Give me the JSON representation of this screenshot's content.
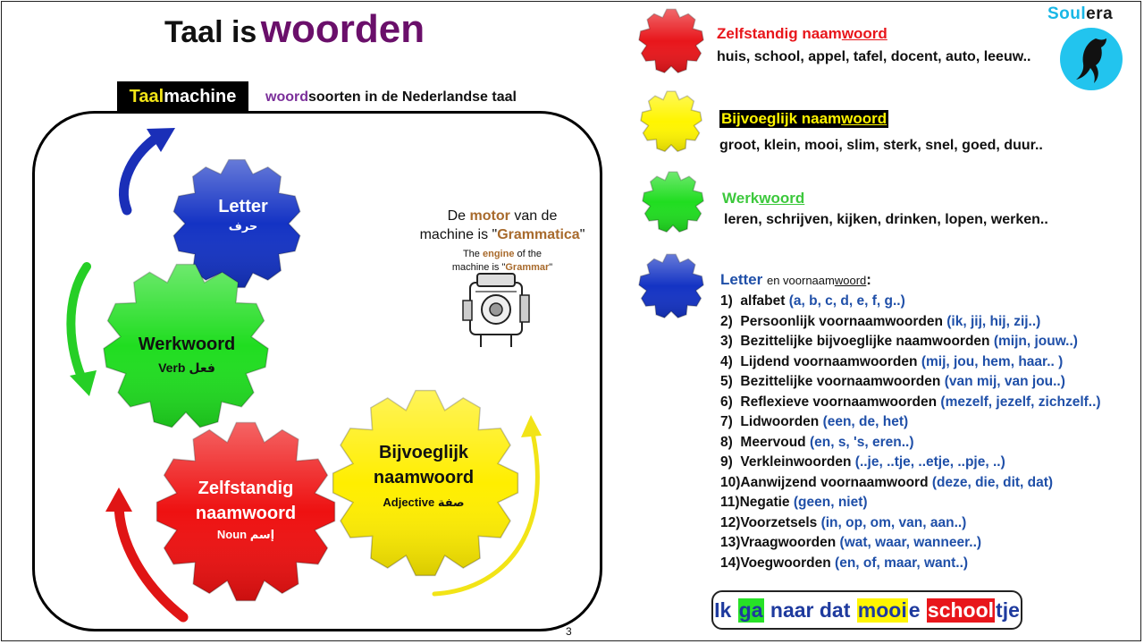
{
  "title": {
    "part1": "Taal is",
    "part2": "woorden"
  },
  "brand": {
    "part1": "Soul",
    "part2": "era"
  },
  "machine_tag": {
    "part1": "Taal",
    "part2": "machine"
  },
  "subtitle": {
    "part1": "woord",
    "part2": "soorten in de Nederlandse taal"
  },
  "gears": {
    "letter": {
      "label": "Letter",
      "arabic": "حرف",
      "color": "#1433c4"
    },
    "werkwoord": {
      "label": "Werkwoord",
      "sub": "Verb",
      "arabic": "فعل",
      "color": "#20dd20"
    },
    "zelfstandig": {
      "label1": "Zelfstandig",
      "label2": "naamwoord",
      "sub": "Noun",
      "arabic": "إسم",
      "color": "#ee1111"
    },
    "bijvoeglijk": {
      "label1": "Bijvoeglijk",
      "label2": "naamwoord",
      "sub": "Adjective",
      "arabic": "صفة",
      "color": "#ffee00"
    }
  },
  "motor": {
    "line1_a": "De",
    "line1_b": "motor",
    "line1_c": "van de",
    "line2_a": "machine is \"",
    "line2_b": "Grammatica",
    "line2_c": "\"",
    "en1_a": "The",
    "en1_b": "engine",
    "en1_c": "of the",
    "en2_a": "machine is \"",
    "en2_b": "Grammar",
    "en2_c": "\""
  },
  "legend": {
    "noun": {
      "title_a": "Zelfstandig naam",
      "title_b": "woord",
      "examples": "huis, school, appel, tafel, docent, auto, leeuw..",
      "color": "#e8161b"
    },
    "adj": {
      "title_a": "Bijvoeglijk naam",
      "title_b": "woord",
      "examples": "groot, klein, mooi, slim, sterk, snel, goed, duur..",
      "color": "#fff500"
    },
    "verb": {
      "title_a": "Werk",
      "title_b": "woord",
      "examples": "leren, schrijven, kijken, drinken, lopen, werken..",
      "color": "#3cc83c"
    },
    "letter": {
      "title_a": "Letter",
      "title_b": "en voornaam",
      "title_c": "woord",
      "title_d": ":",
      "color": "#1f4fa8"
    }
  },
  "list": [
    {
      "n": "1)",
      "text": "alfabet",
      "ex": "(a, b, c, d, e, f, g..)"
    },
    {
      "n": "2)",
      "text": "Persoonlijk voornaamwoorden",
      "ex": "(ik, jij, hij, zij..)"
    },
    {
      "n": "3)",
      "text": "Bezittelijke bijvoeglijke naamwoorden",
      "ex": "(mijn, jouw..)"
    },
    {
      "n": "4)",
      "text": "Lijdend voornaamwoorden",
      "ex": "(mij, jou, hem, haar.. )"
    },
    {
      "n": "5)",
      "text": "Bezittelijke voornaamwoorden",
      "ex": "(van mij, van jou..)"
    },
    {
      "n": "6)",
      "text": "Reflexieve voornaamwoorden",
      "ex": "(mezelf, jezelf, zichzelf..)"
    },
    {
      "n": "7)",
      "text": "Lidwoorden",
      "ex": "(een, de, het)"
    },
    {
      "n": "8)",
      "text": "Meervoud",
      "ex": "(en, s, 's, eren..)"
    },
    {
      "n": "9)",
      "text": "Verkleinwoorden",
      "ex": "(..je, ..tje, ..etje, ..pje, ..)"
    },
    {
      "n": "10)",
      "text": "Aanwijzend voornaamwoord",
      "ex": "(deze, die, dit, dat)"
    },
    {
      "n": "11)",
      "text": "Negatie",
      "ex": "(geen, niet)"
    },
    {
      "n": "12)",
      "text": "Voorzetsels",
      "ex": "(in, op, om, van, aan..)"
    },
    {
      "n": "13)",
      "text": "Vraagwoorden",
      "ex": "(wat, waar, wanneer..)"
    },
    {
      "n": "14)",
      "text": "Voegwoorden",
      "ex": "(en, of, maar, want..)"
    }
  ],
  "sentence": {
    "w1": "Ik",
    "w2": "ga",
    "w3": "naar dat",
    "w4a": "mooi",
    "w4b": "e",
    "w5a": "school",
    "w5b": "tje"
  },
  "page_number": "3"
}
